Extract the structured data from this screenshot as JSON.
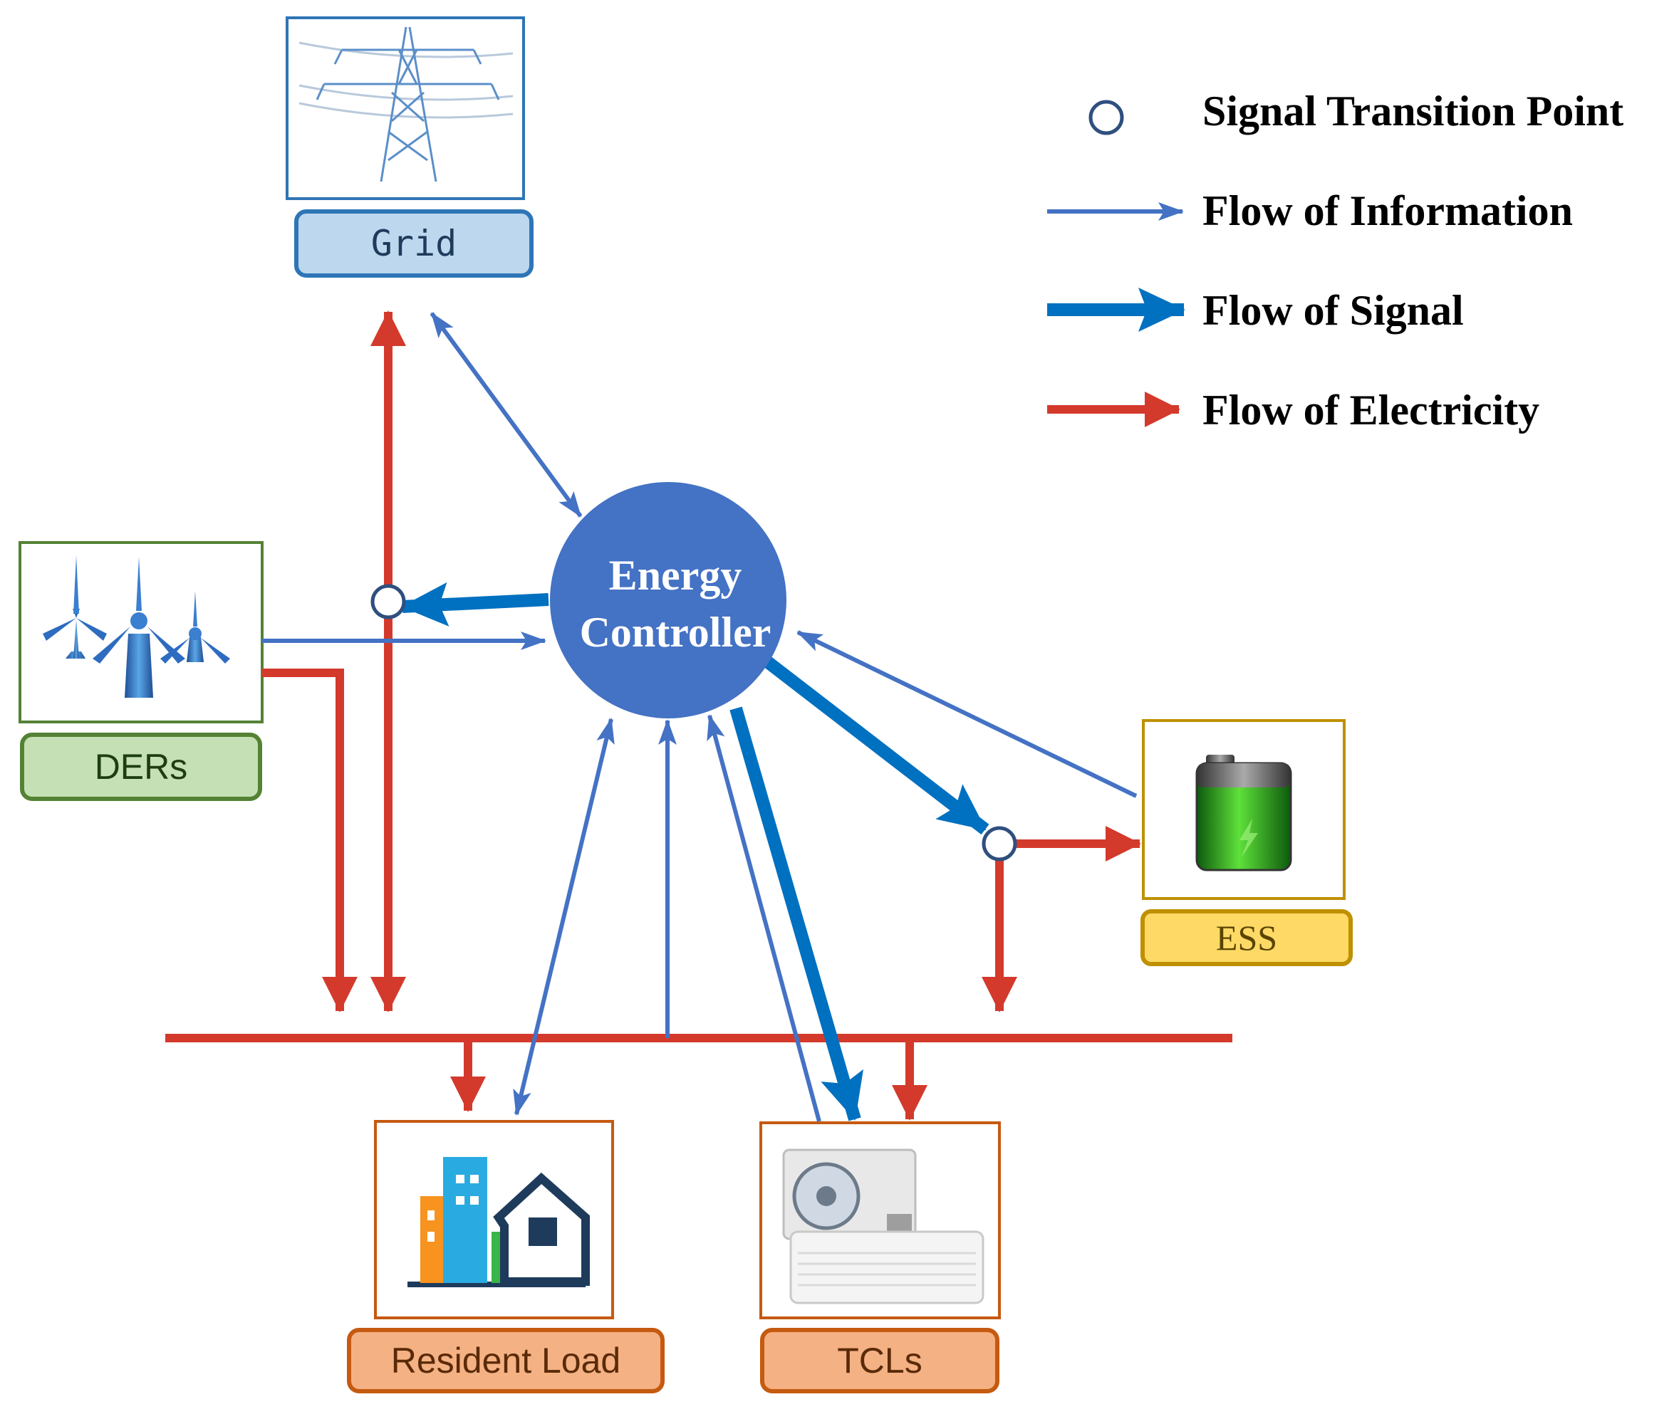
{
  "colors": {
    "info": "#4472c4",
    "signal": "#0070c0",
    "electricity": "#d33a2c",
    "controller": "#4472c4",
    "grid": "#2e75b6",
    "ders": "#548235",
    "ess": "#bf9000",
    "load": "#c55a11"
  },
  "legend": {
    "transition_point": "Signal Transition Point",
    "information": "Flow of Information",
    "signal": "Flow of Signal",
    "electricity": "Flow of Electricity"
  },
  "controller": {
    "line1": "Energy",
    "line2": "Controller"
  },
  "nodes": {
    "grid": {
      "label": "Grid",
      "icon": "transmission-tower-icon"
    },
    "ders": {
      "label": "DERs",
      "icon": "wind-turbine-icon"
    },
    "ess": {
      "label": "ESS",
      "icon": "battery-icon"
    },
    "resident_load": {
      "label": "Resident Load",
      "icon": "buildings-icon"
    },
    "tcls": {
      "label": "TCLs",
      "icon": "air-conditioner-icon"
    }
  }
}
